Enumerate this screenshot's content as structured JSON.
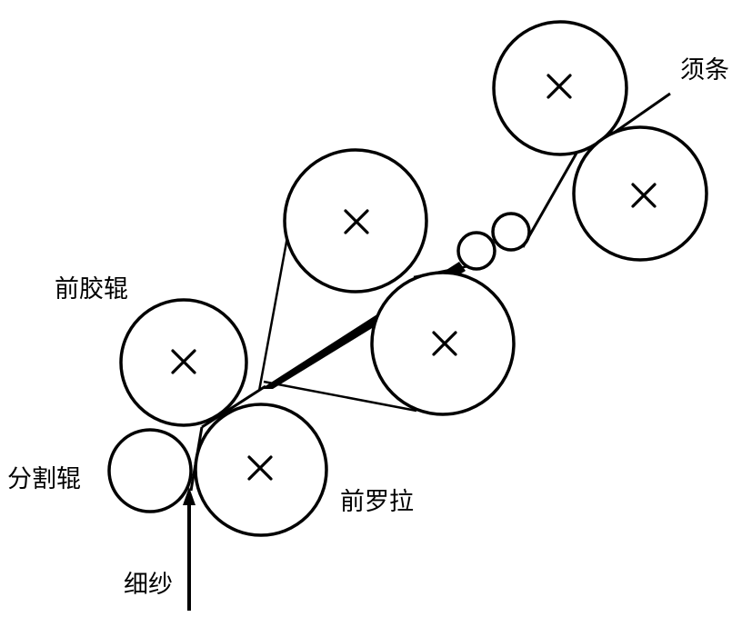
{
  "labels": {
    "sliver": "须条",
    "front_apron_roller": "前胶辊",
    "splitting_roller": "分割辊",
    "front_roller": "前罗拉",
    "yarn": "细纱"
  }
}
